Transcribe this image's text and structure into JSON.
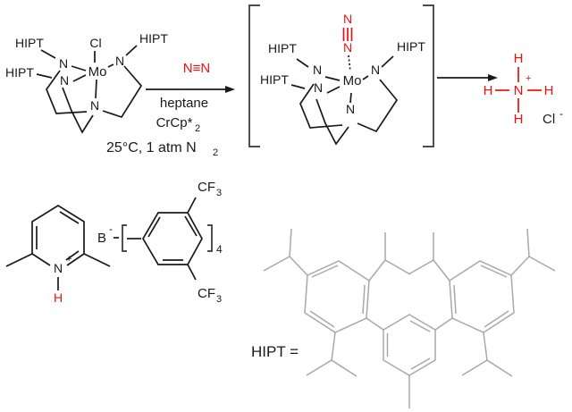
{
  "colors": {
    "highlight_red": "#ee1111",
    "structure_black": "#1a1a1a",
    "hipt_gray": "#a8a8a8"
  },
  "reactant_complex": {
    "hipt_top_left": "HIPT",
    "hipt_mid_left": "HIPT",
    "hipt_right": "HIPT",
    "chloride": "Cl",
    "metal": "Mo",
    "amide_n1": "N",
    "amide_n2": "N",
    "amide_n3": "N",
    "amine_n": "N"
  },
  "reaction_conditions": {
    "reagent": "N≡N",
    "solvent": "heptane",
    "reductant": "CrCp*",
    "reductant_subscript": "2",
    "conditions": "25°C, 1 atm N",
    "conditions_subscript": "2"
  },
  "intermediate_complex": {
    "n2_top": "N",
    "n2_bottom": "N",
    "hipt_top_left": "HIPT",
    "hipt_mid_left": "HIPT",
    "hipt_right": "HIPT",
    "metal": "Mo",
    "amide_n1": "N",
    "amide_n2": "N",
    "amide_n3": "N",
    "amine_n": "N"
  },
  "ammonium_product": {
    "h_top": "H",
    "h_left": "H",
    "h_right": "H",
    "h_bottom": "H",
    "nitrogen": "N",
    "charge": "+",
    "counterion": "Cl",
    "counterion_charge": "-"
  },
  "lutidinium": {
    "nitrogen": "N",
    "charge": "+",
    "proton": "H"
  },
  "borate": {
    "boron": "B",
    "charge": "-",
    "cf_top": "CF",
    "cf_top_subscript": "3",
    "cf_bottom": "CF",
    "cf_bottom_subscript": "3",
    "bracket_subscript": "4"
  },
  "hipt_definition": {
    "label": "HIPT ="
  }
}
